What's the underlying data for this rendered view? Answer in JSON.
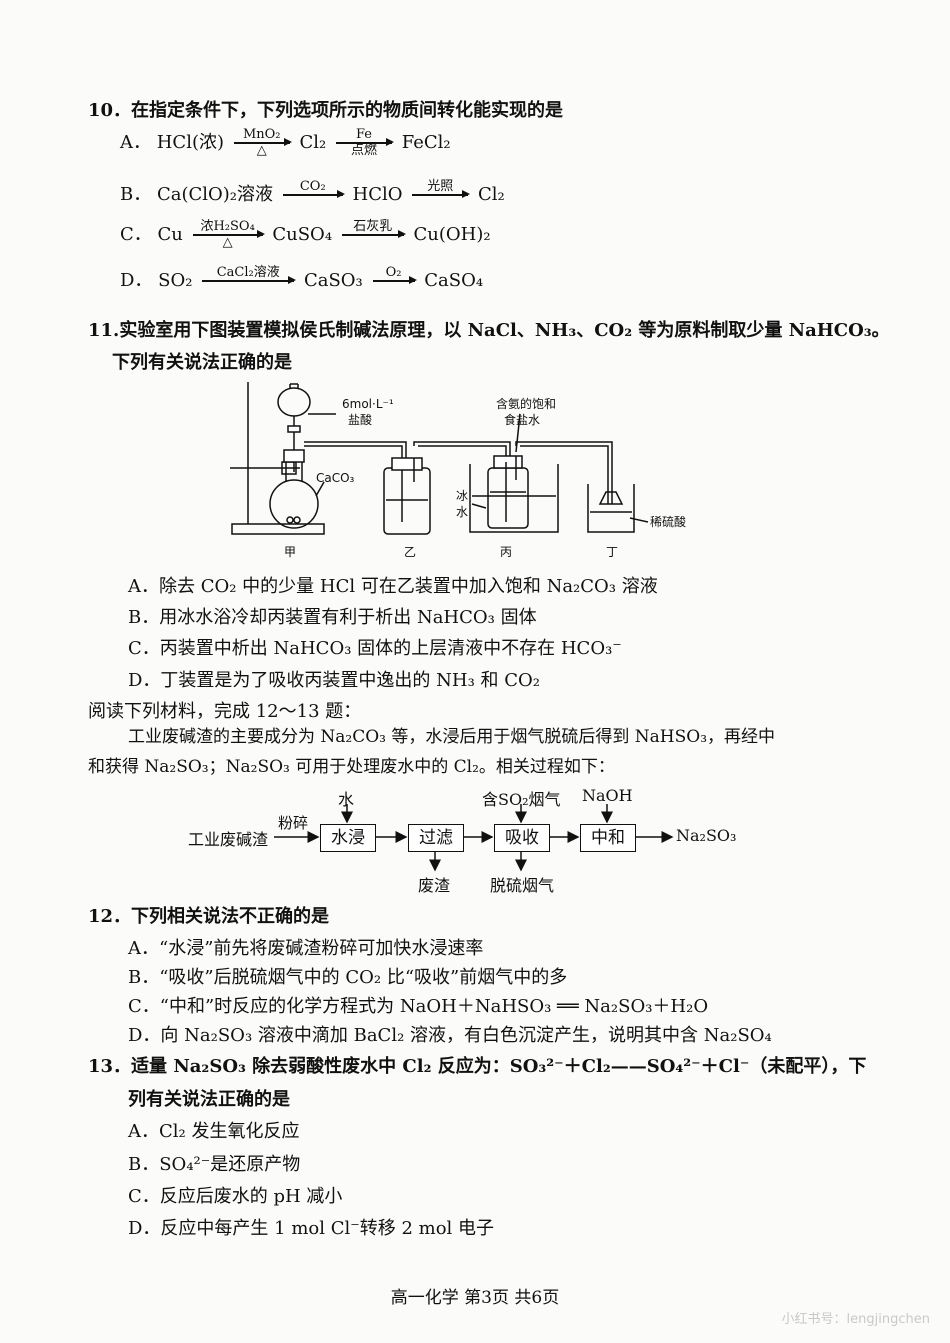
{
  "q10": {
    "stem": "10．在指定条件下，下列选项所示的物质间转化能实现的是",
    "A": {
      "label": "A．",
      "start": "HCl(浓)",
      "a1_top": "MnO₂",
      "a1_bot": "△",
      "mid": "Cl₂",
      "a2_top": "Fe",
      "a2_bot": "点燃",
      "end": "FeCl₂"
    },
    "B": {
      "label": "B．",
      "start": "Ca(ClO)₂溶液",
      "a1_top": "CO₂",
      "mid": "HClO",
      "a2_top": "光照",
      "end": "Cl₂"
    },
    "C": {
      "label": "C．",
      "start": "Cu",
      "a1_top": "浓H₂SO₄",
      "a1_bot": "△",
      "mid": "CuSO₄",
      "a2_top": "石灰乳",
      "end": "Cu(OH)₂"
    },
    "D": {
      "label": "D．",
      "start": "SO₂",
      "a1_top": "CaCl₂溶液",
      "mid": "CaSO₃",
      "a2_top": "O₂",
      "end": "CaSO₄"
    }
  },
  "q11": {
    "stem1": "11.实验室用下图装置模拟侯氏制碱法原理，以 NaCl、NH₃、CO₂ 等为原料制取少量 NaHCO₃。",
    "stem2": "下列有关说法正确的是",
    "fig": {
      "hcl": "6mol·L⁻¹",
      "hcl2": "盐酸",
      "caco3": "CaCO₃",
      "brine1": "含氨的饱和",
      "brine2": "食盐水",
      "ice1": "冰",
      "ice2": "水",
      "acid": "稀硫酸",
      "jia": "甲",
      "yi": "乙",
      "bing": "丙",
      "ding": "丁"
    },
    "A": "A．除去 CO₂ 中的少量 HCl 可在乙装置中加入饱和 Na₂CO₃ 溶液",
    "B": "B．用冰水浴冷却丙装置有利于析出 NaHCO₃ 固体",
    "C": "C．丙装置中析出 NaHCO₃ 固体的上层清液中不存在 HCO₃⁻",
    "D": "D．丁装置是为了吸收丙装置中逸出的 NH₃ 和 CO₂"
  },
  "material": {
    "intro": "阅读下列材料，完成 12～13 题：",
    "p1": "工业废碱渣的主要成分为 Na₂CO₃ 等，水浸后用于烟气脱硫后得到 NaHSO₃，再经中",
    "p2": "和获得 Na₂SO₃；Na₂SO₃ 可用于处理废水中的 Cl₂。相关过程如下：",
    "flow": {
      "raw": "工业废碱渣",
      "crush": "粉碎",
      "water": "水",
      "b1": "水浸",
      "b2": "过滤",
      "b3": "吸收",
      "b4": "中和",
      "so2": "含SO₂烟气",
      "naoh": "NaOH",
      "product": "Na₂SO₃",
      "waste": "废渣",
      "flue": "脱硫烟气"
    }
  },
  "q12": {
    "stem": "12．下列相关说法不正确的是",
    "A": "A．“水浸”前先将废碱渣粉碎可加快水浸速率",
    "B": "B．“吸收”后脱硫烟气中的 CO₂ 比“吸收”前烟气中的多",
    "C": "C．“中和”时反应的化学方程式为 NaOH＋NaHSO₃ ══ Na₂SO₃＋H₂O",
    "D": "D．向 Na₂SO₃ 溶液中滴加 BaCl₂ 溶液，有白色沉淀产生，说明其中含 Na₂SO₄"
  },
  "q13": {
    "stem1": "13．适量 Na₂SO₃ 除去弱酸性废水中 Cl₂ 反应为：SO₃²⁻＋Cl₂——SO₄²⁻＋Cl⁻（未配平），下",
    "stem2": "列有关说法正确的是",
    "A": "A．Cl₂ 发生氧化反应",
    "B": "B．SO₄²⁻是还原产物",
    "C": "C．反应后废水的 pH 减小",
    "D": "D．反应中每产生 1 mol Cl⁻转移 2 mol 电子"
  },
  "footer": "高一化学 第3页 共6页",
  "watermark": "小红书号：lengjingchen"
}
